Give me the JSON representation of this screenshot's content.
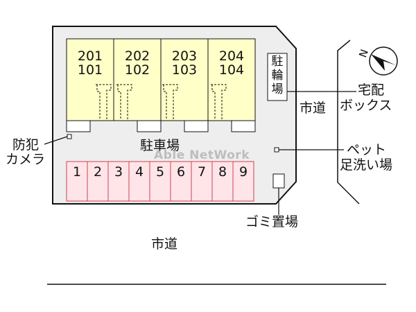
{
  "units": [
    {
      "upper": "201",
      "lower": "101"
    },
    {
      "upper": "202",
      "lower": "102"
    },
    {
      "upper": "203",
      "lower": "103"
    },
    {
      "upper": "204",
      "lower": "104"
    }
  ],
  "labels": {
    "bicycle_parking": "駐輪場",
    "delivery_box": "宅配ボックス",
    "delivery_box_line1": "宅配",
    "delivery_box_line2": "ボックス",
    "city_road_east": "市道",
    "city_road_south": "市道",
    "security_camera_line1": "防犯",
    "security_camera_line2": "カメラ",
    "parking": "駐車場",
    "pet_wash_line1": "ペット",
    "pet_wash_line2": "足洗い場",
    "garbage": "ゴミ置場",
    "compass_north": "N",
    "watermark": "Able NetWork"
  },
  "parking_spaces": [
    "1",
    "2",
    "3",
    "4",
    "5",
    "6",
    "7",
    "8",
    "9"
  ],
  "colors": {
    "site": "#eeeeee",
    "building": "#ffffc8",
    "parking_space": "#ffe4e8",
    "line": "#111111",
    "watermark": "#969696"
  }
}
